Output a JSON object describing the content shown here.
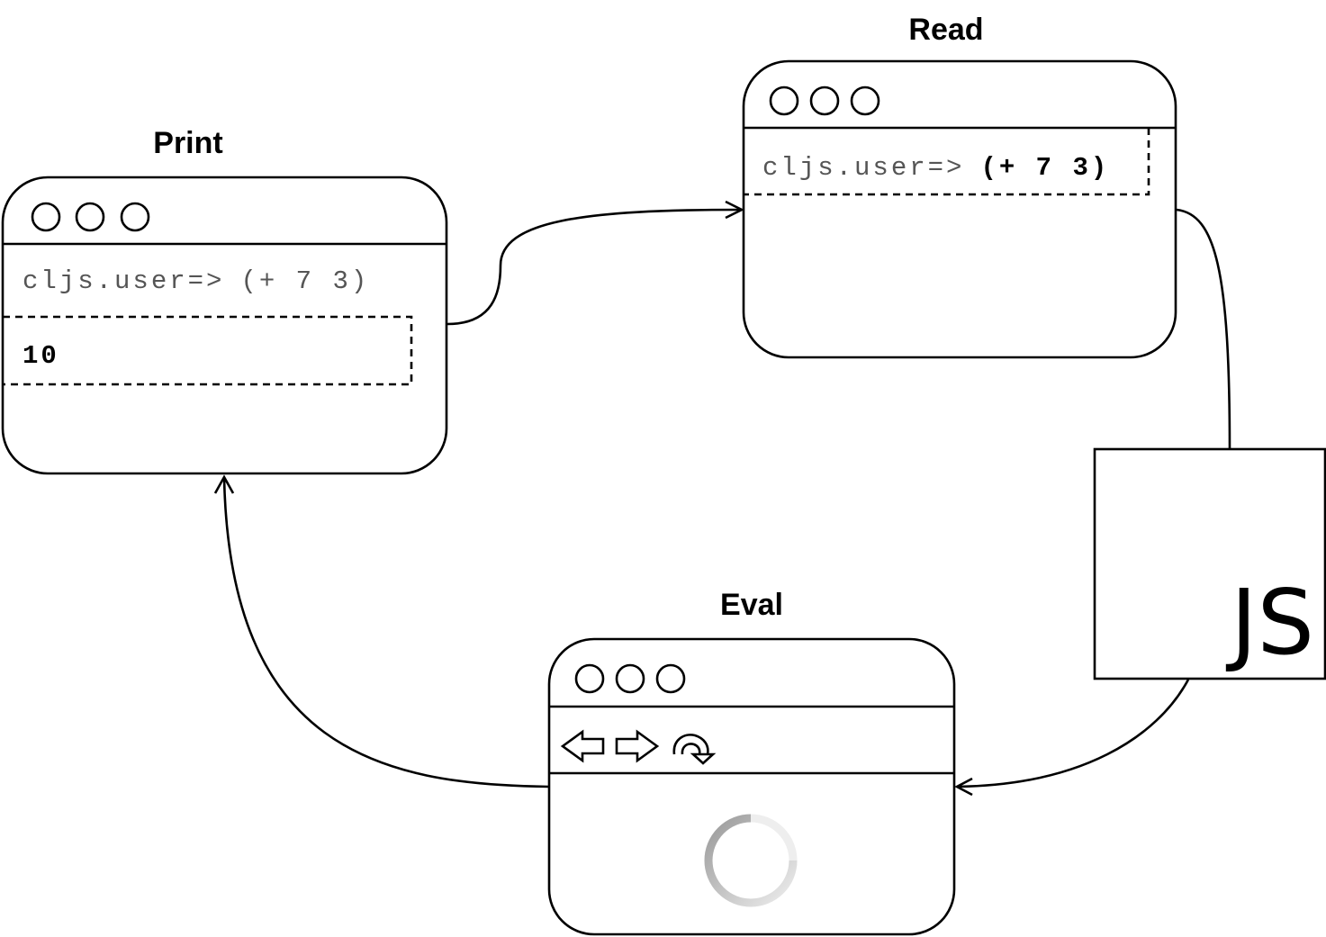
{
  "read": {
    "title": "Read",
    "prompt": "cljs.user=>",
    "input": "(+ 7 3)"
  },
  "print": {
    "title": "Print",
    "prompt": "cljs.user=>",
    "input": "(+ 7 3)",
    "output": "10"
  },
  "eval": {
    "title": "Eval",
    "icons": [
      "back-arrow-icon",
      "forward-arrow-icon",
      "reload-icon",
      "loading-spinner-icon"
    ]
  },
  "js_box": {
    "label": "JS"
  },
  "colors": {
    "stroke": "#000000",
    "prompt_text": "#555555",
    "spinner_light": "#eeeeee",
    "spinner_dark": "#999999"
  }
}
